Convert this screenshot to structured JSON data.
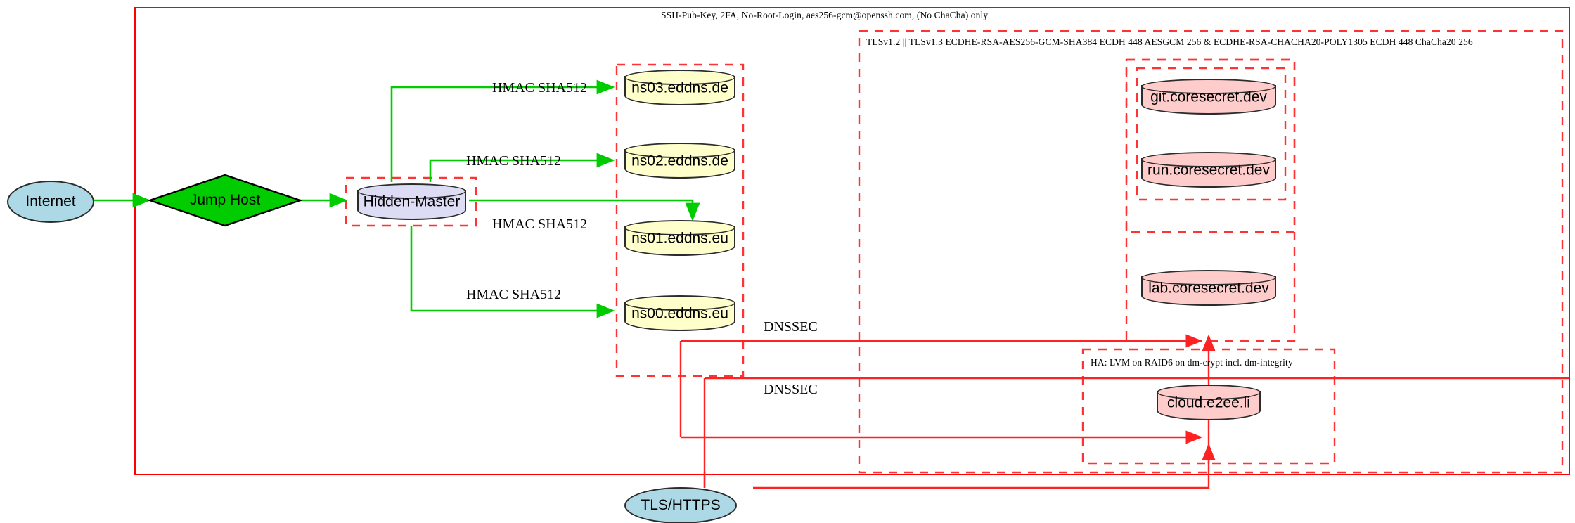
{
  "diagram": {
    "title_zone_outer": "SSH-Pub-Key, 2FA, No-Root-Login, aes256-gcm@openssh.com, (No ChaCha) only",
    "zone_tls": "TLSv1.2 || TLSv1.3 ECDHE-RSA-AES256-GCM-SHA384 ECDH 448 AESGCM 256 & ECDHE-RSA-CHACHA20-POLY1305 ECDH 448 ChaCha20 256",
    "zone_ha": "HA: LVM on RAID6 on dm-crypt incl. dm-integrity",
    "colors": {
      "zone_border": "#ff0000",
      "zone_border_dashed": "#ff3333",
      "edge_green": "#00cc00",
      "edge_red": "#ff2222",
      "internet_fill": "#add8e6",
      "jumphost_fill": "#00cc00",
      "master_fill": "#dcdcf5",
      "dns_fill": "#ffffcc",
      "service_fill": "#ffcccc",
      "node_stroke": "#2b2b2b"
    },
    "nodes": {
      "internet": "Internet",
      "jump_host": "Jump Host",
      "hidden_master": "Hidden-Master",
      "tls_https": "TLS/HTTPS",
      "ns03": "ns03.eddns.de",
      "ns02": "ns02.eddns.de",
      "ns01": "ns01.eddns.eu",
      "ns00": "ns00.eddns.eu",
      "git": "git.coresecret.dev",
      "run": "run.coresecret.dev",
      "lab": "lab.coresecret.dev",
      "cloud": "cloud.e2ee.li"
    },
    "edge_labels": {
      "hmac_ns03": "HMAC SHA512",
      "hmac_ns02": "HMAC SHA512",
      "hmac_ns01": "HMAC SHA512",
      "hmac_ns00": "HMAC SHA512",
      "dnssec_1": "DNSSEC",
      "dnssec_2": "DNSSEC"
    }
  }
}
